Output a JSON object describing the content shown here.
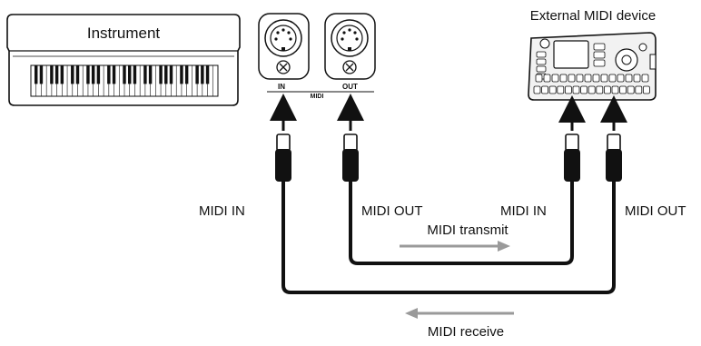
{
  "instrument": {
    "label": "Instrument"
  },
  "instrument_ports": {
    "in_label": "IN",
    "out_label": "OUT",
    "group_label": "MIDI"
  },
  "external_device": {
    "label": "External MIDI device"
  },
  "cable_labels": {
    "instrument_in": "MIDI IN",
    "instrument_out": "MIDI OUT",
    "device_in": "MIDI IN",
    "device_out": "MIDI OUT"
  },
  "flow_labels": {
    "transmit": "MIDI transmit",
    "receive": "MIDI receive"
  },
  "colors": {
    "line": "#111111",
    "flow_arrow": "#9a9a9a",
    "device_fill": "#f2f2f2"
  }
}
